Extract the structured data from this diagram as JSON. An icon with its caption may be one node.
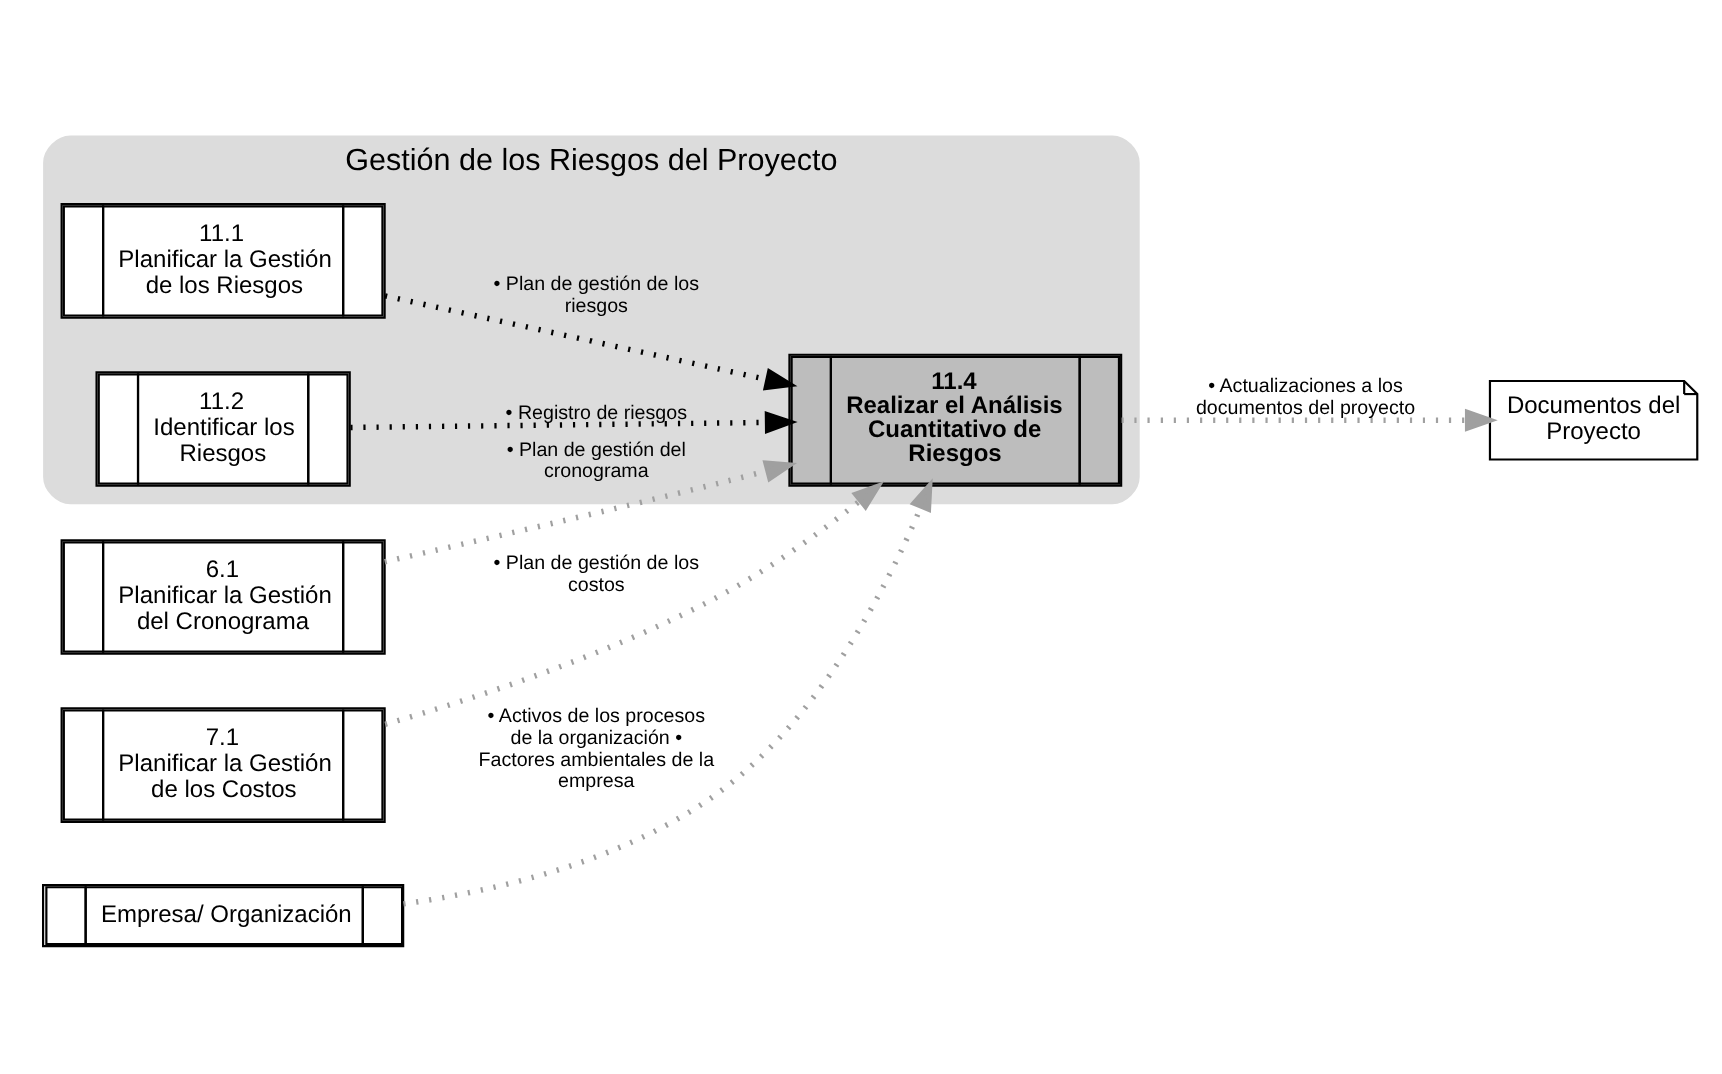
{
  "diagram": {
    "nodes": [
      {
        "text": [
          "Gestión de los Riesgos del Proyecto"
        ]
      },
      {
        "text": [
          "6.1",
          "Planificar la Gestión del Cronograma"
        ]
      },
      {
        "text": [
          "11.1",
          "Planificar la Gestión de los Riesgos"
        ],
        "in": 0
      },
      {
        "text": [
          "11.2",
          "Identificar los Riesgos"
        ],
        "in": 0
      },
      {
        "text": [
          "7.1",
          "Planificar la Gestión de los Costos"
        ]
      },
      {
        "text": [
          "11.4",
          "Realizar el Análisis Cuantitativo de Riesgos"
        ],
        "in": 0
      },
      {
        "text": [
          "Documentos del Proyecto"
        ]
      },
      {
        "text": [
          "Empresa/ Organización"
        ]
      }
    ],
    "edges": [
      {
        "from": 2,
        "to": 5,
        "arrow": "to",
        "label": "• Plan de gestión de los riesgos",
        "style": "dashed",
        "color": "#000000"
      },
      {
        "from": 3,
        "to": 5,
        "arrow": "to",
        "label": "• Registro de riesgos",
        "style": "dashed",
        "color": "#000000"
      },
      {
        "from": 1,
        "to": 5,
        "arrow": "to",
        "label": "• Plan de gestión del cronograma",
        "style": "dashed"
      },
      {
        "from": 4,
        "to": 5,
        "arrow": "to",
        "label": "• Plan de gestión de los costos",
        "style": "dashed"
      },
      {
        "from": 7,
        "to": 5,
        "arrow": "to",
        "label": "• Activos de los procesos de la organización • Factores ambientales de la empresa",
        "style": "dashed"
      },
      {
        "from": 5,
        "to": 6,
        "arrow": "to",
        "label": "• Actualizaciones a los documentos del proyecto",
        "style": "dashed"
      }
    ]
  }
}
